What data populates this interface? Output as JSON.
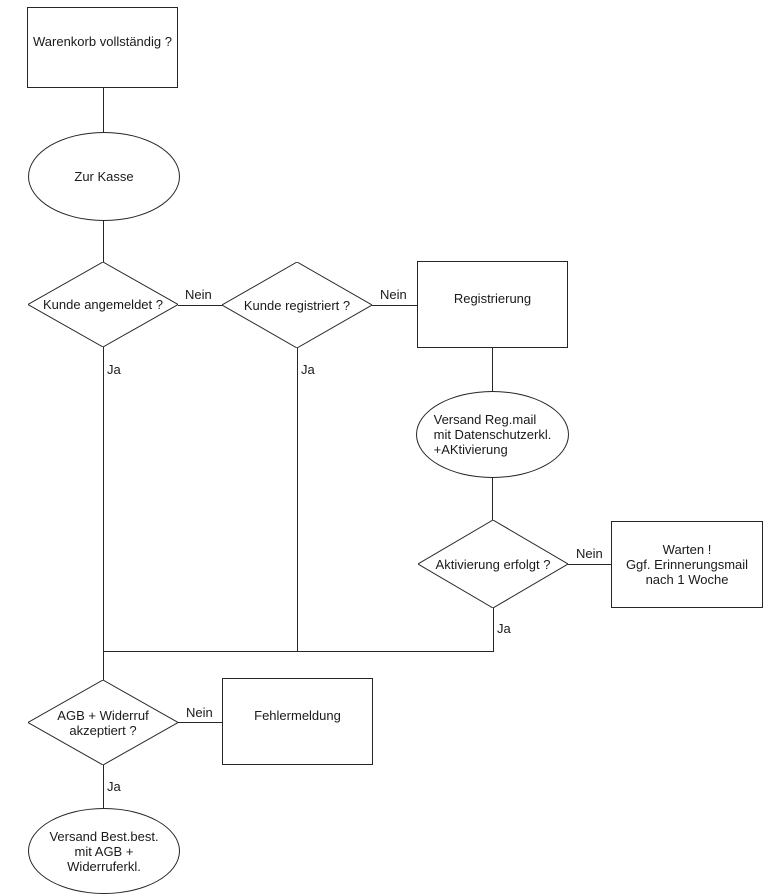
{
  "flowchart": {
    "colors": {
      "background": "#ffffff",
      "stroke": "#262626",
      "text": "#1a1a1a"
    },
    "nodes": {
      "warenkorb": {
        "type": "process",
        "label": "Warenkorb vollständig ?"
      },
      "zur_kasse": {
        "type": "terminator",
        "label": "Zur Kasse"
      },
      "kunde_angemeldet": {
        "type": "decision",
        "label": "Kunde angemeldet ?"
      },
      "kunde_registriert": {
        "type": "decision",
        "label": "Kunde registriert ?"
      },
      "registrierung": {
        "type": "process",
        "label": "Registrierung"
      },
      "versand_regmail": {
        "type": "terminator",
        "lines": [
          "Versand Reg.mail",
          "mit Datenschutzerkl.",
          "+AKtivierung"
        ]
      },
      "aktivierung_erfolgt": {
        "type": "decision",
        "label": "Aktivierung erfolgt ?"
      },
      "warten": {
        "type": "process",
        "lines": [
          "Warten !",
          "Ggf. Erinnerungsmail",
          "nach 1 Woche"
        ]
      },
      "agb_widerruf": {
        "type": "decision",
        "lines": [
          "AGB + Widerruf",
          "akzeptiert ?"
        ]
      },
      "fehlermeldung": {
        "type": "process",
        "label": "Fehlermeldung"
      },
      "versand_bestbest": {
        "type": "terminator",
        "lines": [
          "Versand Best.best.",
          "mit AGB +",
          "Widerruferkl."
        ]
      }
    },
    "edge_labels": {
      "angemeldet_nein": "Nein",
      "angemeldet_ja": "Ja",
      "registriert_nein": "Nein",
      "registriert_ja": "Ja",
      "aktivierung_nein": "Nein",
      "aktivierung_ja": "Ja",
      "agb_nein": "Nein",
      "agb_ja": "Ja"
    }
  }
}
